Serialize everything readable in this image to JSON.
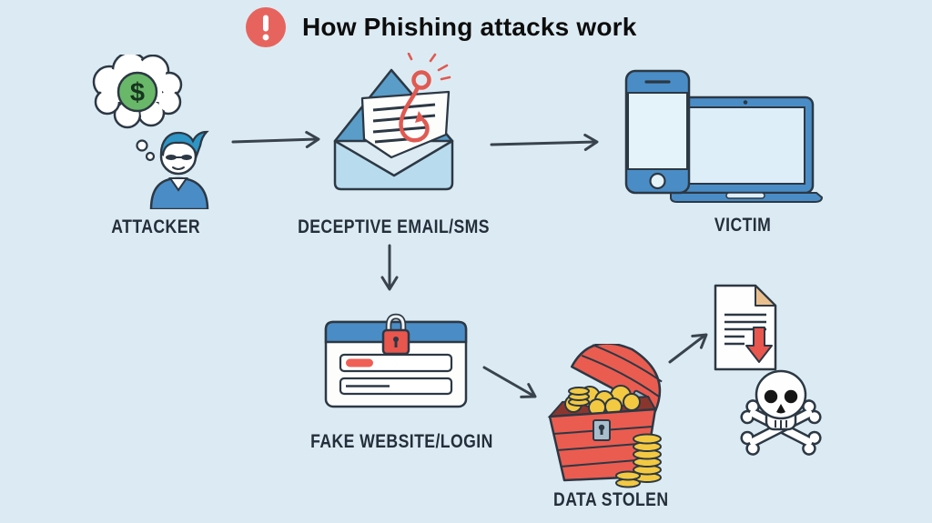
{
  "header": {
    "title": "How Phishing attacks work",
    "alert_icon": "exclamation-circle-icon"
  },
  "nodes": {
    "attacker": {
      "label": "ATTACKER",
      "thought_symbol": "$",
      "icon": "attacker-money-thought-icon"
    },
    "deceptive_email": {
      "label": "DECEPTIVE EMAIL/SMS",
      "icon": "phishing-email-hook-icon"
    },
    "victim": {
      "label": "VICTIM",
      "icon": "smartphone-laptop-icon"
    },
    "fake_website": {
      "label": "FAKE WEBSITE/LOGIN",
      "icon": "fake-login-padlock-icon"
    },
    "data_stolen": {
      "label": "DATA STOLEN",
      "icon": "treasure-chest-coins-icon"
    },
    "malware_outcome": {
      "icon": "malicious-download-skull-crossbones-icon"
    }
  },
  "arrows": [
    {
      "from": "attacker",
      "to": "deceptive_email",
      "direction": "right"
    },
    {
      "from": "deceptive_email",
      "to": "victim",
      "direction": "right"
    },
    {
      "from": "deceptive_email",
      "to": "fake_website",
      "direction": "down"
    },
    {
      "from": "fake_website",
      "to": "data_stolen",
      "direction": "down-right"
    },
    {
      "from": "data_stolen",
      "to": "malware_outcome",
      "direction": "up-right"
    }
  ],
  "colors": {
    "background": "#dcebf3",
    "outline": "#2c3844",
    "label_text": "#242f3b",
    "title_text": "#0d0d0d",
    "alert_red": "#e7645e",
    "hook_red": "#e05a52",
    "brand_blue": "#4a8dc6",
    "flap_blue": "#5b9dc9",
    "envelope_light_blue": "#b8dcee",
    "screen_light": "#ddeef8",
    "green_money": "#69b869",
    "chest_red": "#ea5c50",
    "coin_gold": "#f3c942",
    "fold_tan": "#eabf8e",
    "clasp_grey": "#a9becd",
    "arrow_stroke": "#39434e"
  }
}
